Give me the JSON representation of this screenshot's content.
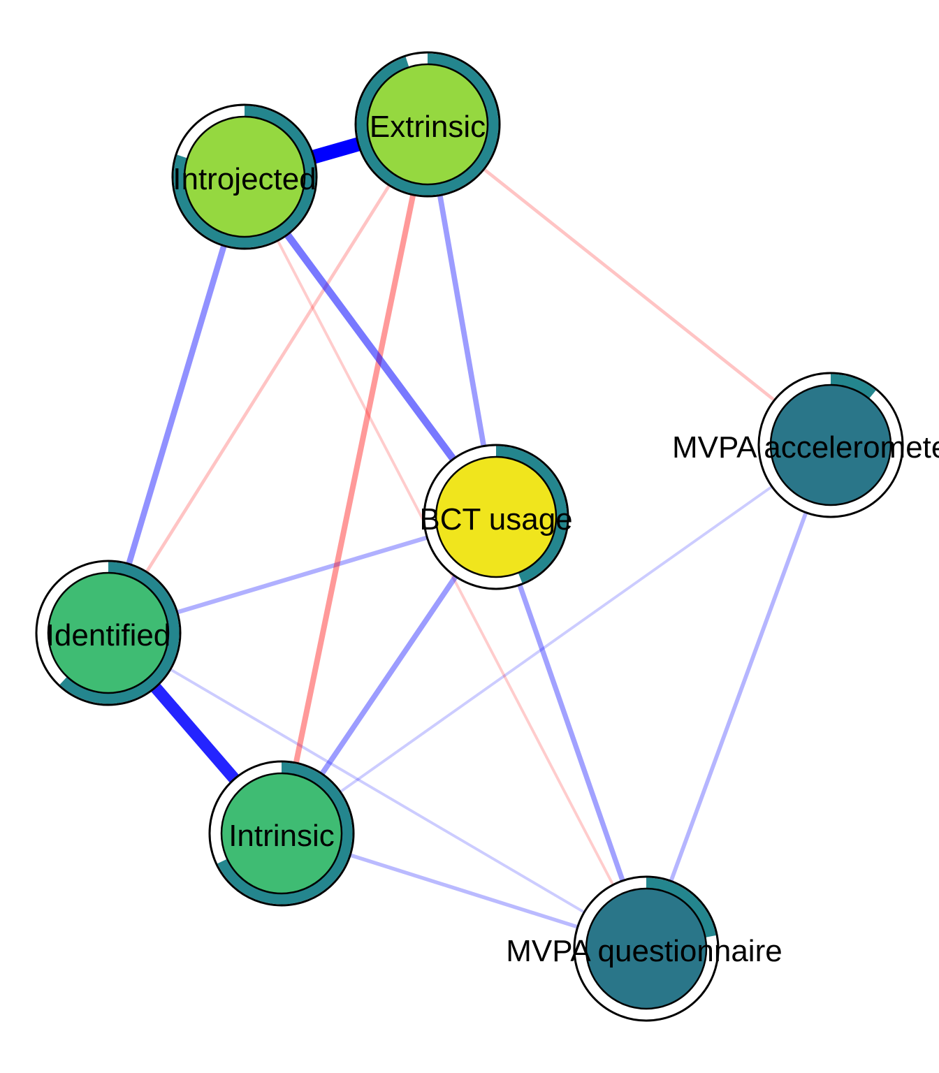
{
  "diagram": {
    "type": "network",
    "colors": {
      "positive_edge": "#0000ff",
      "negative_edge": "#ff0000",
      "ring_fill": "#24868e",
      "ring_background": "#ffffff",
      "outline": "#000000"
    },
    "nodes": [
      {
        "id": "extrinsic",
        "label": "Extrinsic",
        "fill": "#95d840",
        "pie": 0.95
      },
      {
        "id": "introjected",
        "label": "Introjected",
        "fill": "#95d840",
        "pie": 0.8
      },
      {
        "id": "identified",
        "label": "Identified",
        "fill": "#3fbc73",
        "pie": 0.62
      },
      {
        "id": "intrinsic",
        "label": "Intrinsic",
        "fill": "#3fbc73",
        "pie": 0.68
      },
      {
        "id": "bct",
        "label": "BCT usage",
        "fill": "#f0e51d",
        "pie": 0.44
      },
      {
        "id": "accel",
        "label": "MVPA accelerometer",
        "fill": "#2a7689",
        "pie": 0.11
      },
      {
        "id": "questionnaire",
        "label": "MVPA questionnaire",
        "fill": "#2a7689",
        "pie": 0.22
      }
    ],
    "edges": [
      {
        "from": "introjected",
        "to": "extrinsic",
        "weight": 0.95,
        "sign": "positive"
      },
      {
        "from": "identified",
        "to": "intrinsic",
        "weight": 0.8,
        "sign": "positive"
      },
      {
        "from": "introjected",
        "to": "bct",
        "weight": 0.45,
        "sign": "positive"
      },
      {
        "from": "introjected",
        "to": "identified",
        "weight": 0.35,
        "sign": "positive"
      },
      {
        "from": "extrinsic",
        "to": "bct",
        "weight": 0.3,
        "sign": "positive"
      },
      {
        "from": "bct",
        "to": "intrinsic",
        "weight": 0.3,
        "sign": "positive"
      },
      {
        "from": "bct",
        "to": "questionnaire",
        "weight": 0.28,
        "sign": "positive"
      },
      {
        "from": "identified",
        "to": "bct",
        "weight": 0.22,
        "sign": "positive"
      },
      {
        "from": "accel",
        "to": "questionnaire",
        "weight": 0.2,
        "sign": "positive"
      },
      {
        "from": "intrinsic",
        "to": "questionnaire",
        "weight": 0.18,
        "sign": "positive"
      },
      {
        "from": "identified",
        "to": "questionnaire",
        "weight": 0.1,
        "sign": "positive"
      },
      {
        "from": "accel",
        "to": "intrinsic",
        "weight": 0.1,
        "sign": "positive"
      },
      {
        "from": "extrinsic",
        "to": "intrinsic",
        "weight": 0.32,
        "sign": "negative"
      },
      {
        "from": "extrinsic",
        "to": "identified",
        "weight": 0.14,
        "sign": "negative"
      },
      {
        "from": "extrinsic",
        "to": "accel",
        "weight": 0.14,
        "sign": "negative"
      },
      {
        "from": "introjected",
        "to": "questionnaire",
        "weight": 0.1,
        "sign": "negative"
      }
    ]
  }
}
